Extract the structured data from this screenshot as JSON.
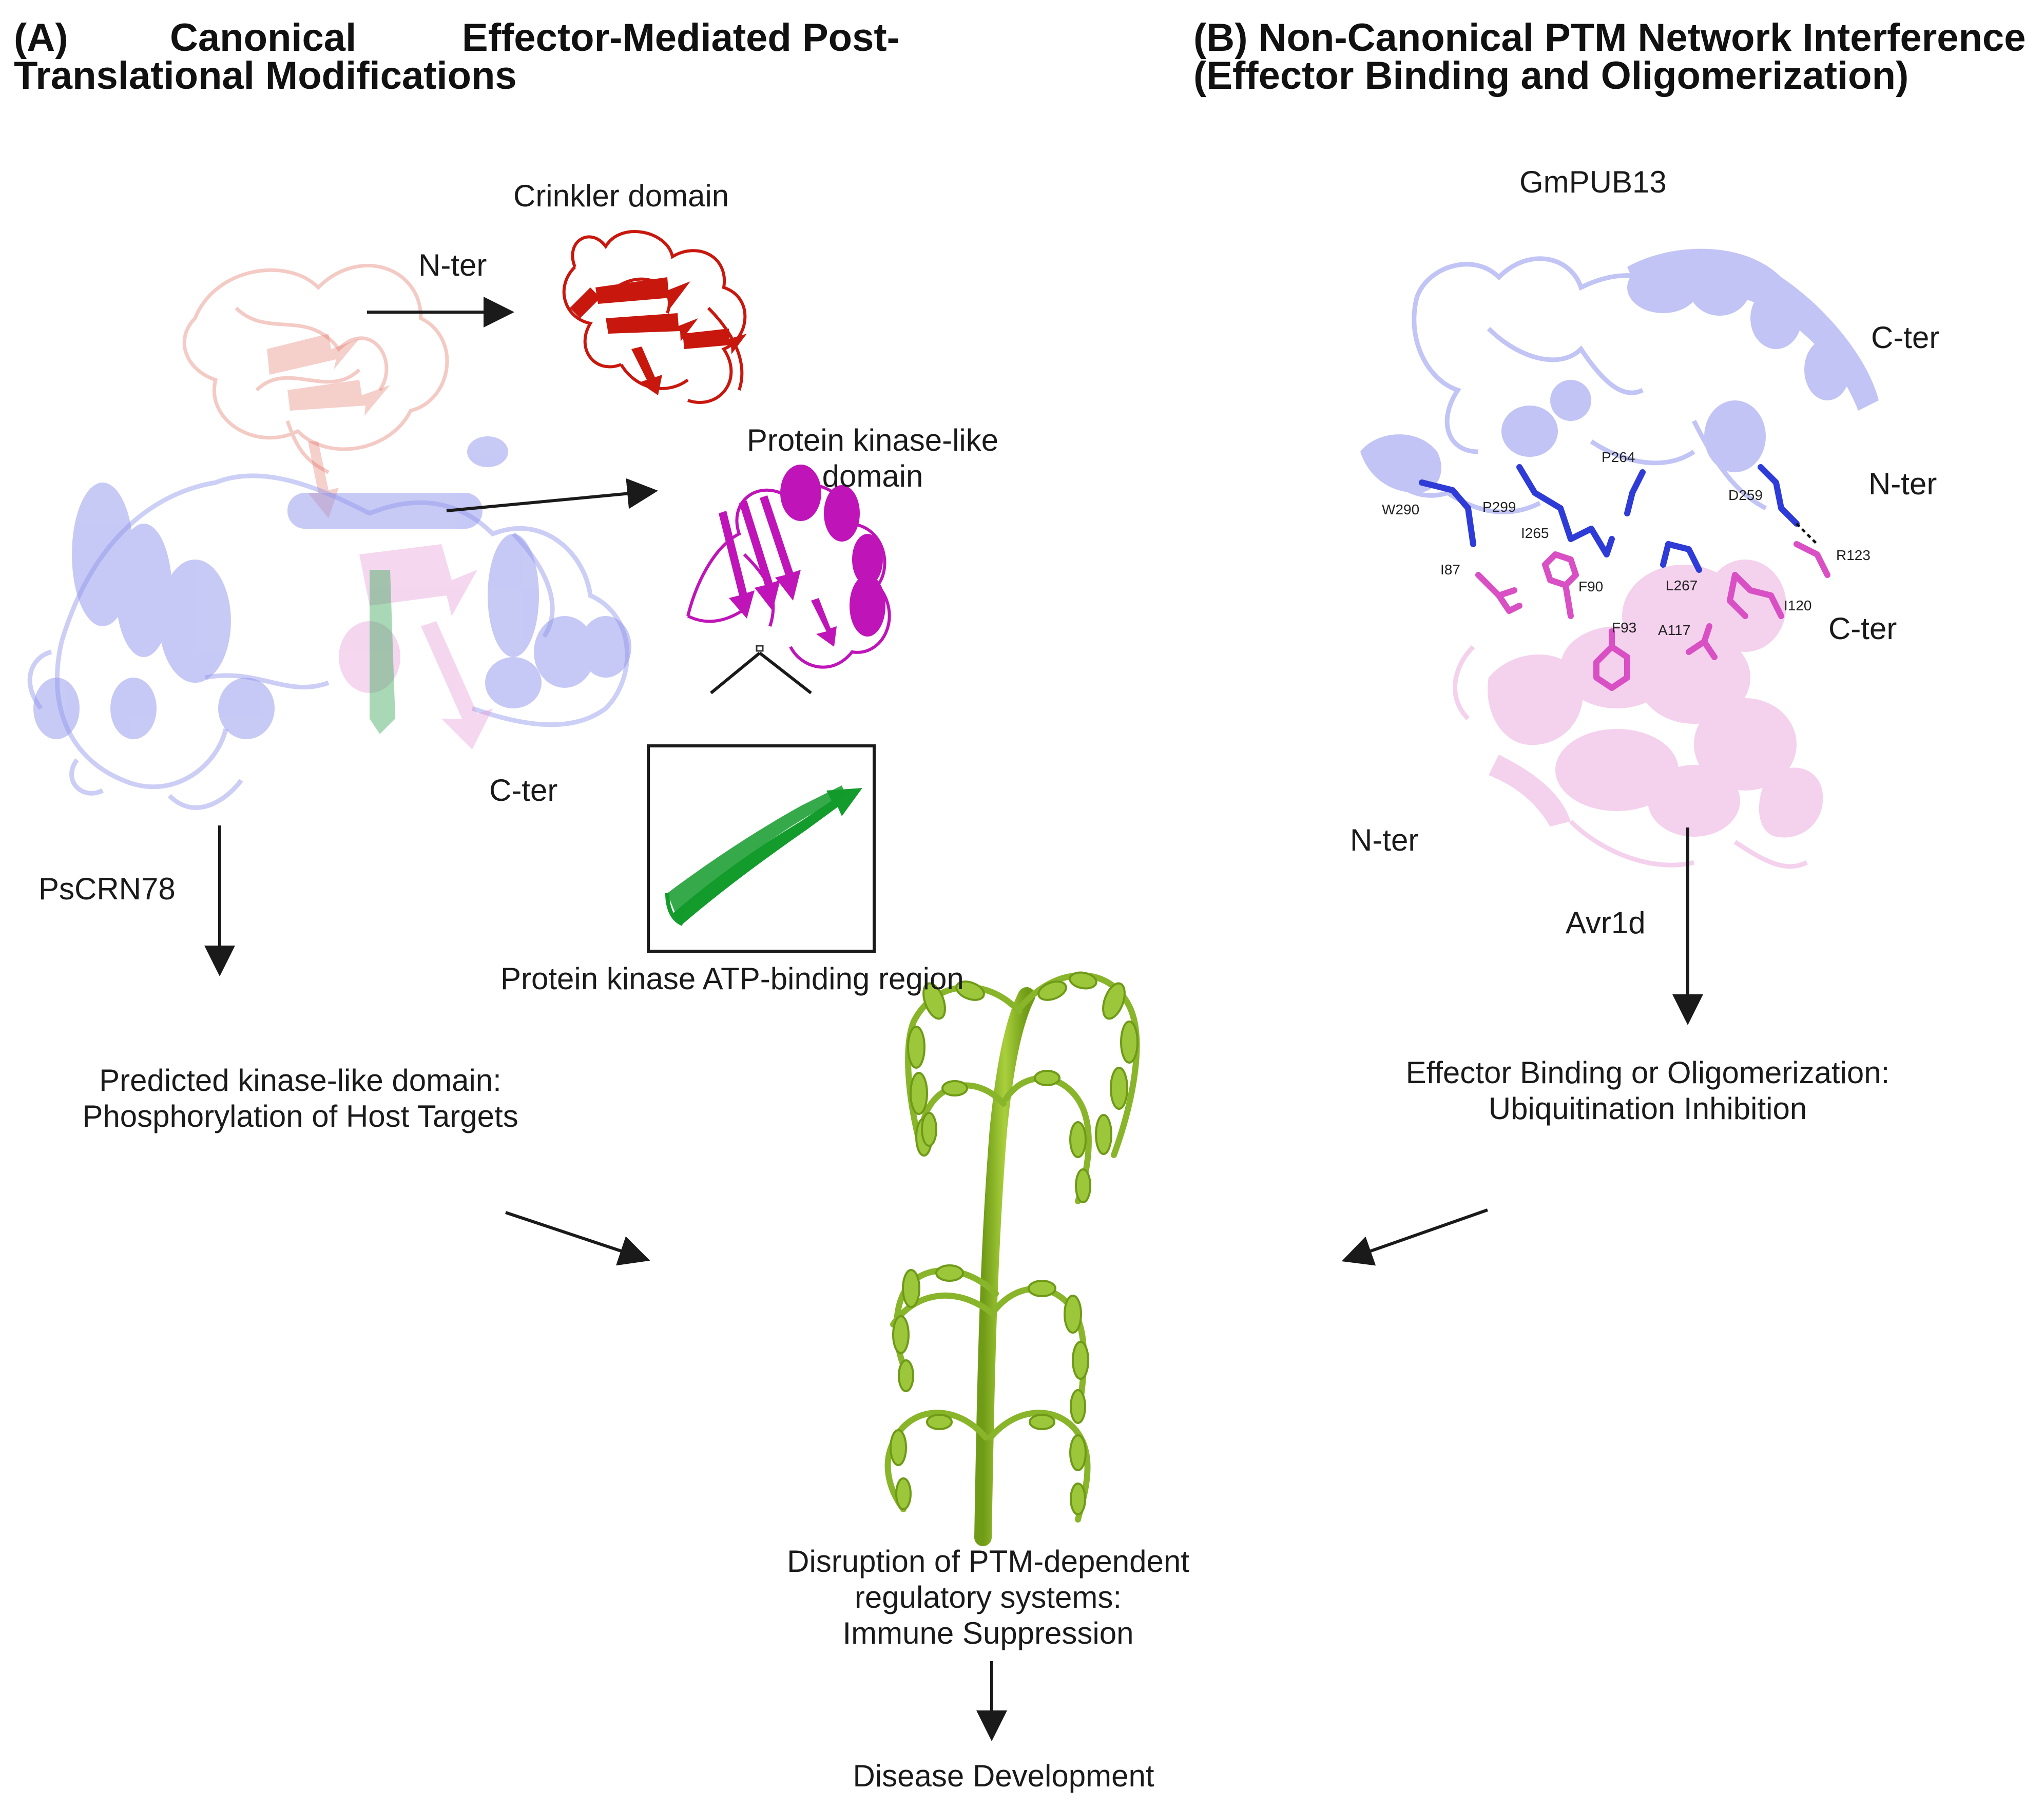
{
  "panel_a": {
    "heading_line1_w1": "(A)",
    "heading_line1_w2": "Canonical",
    "heading_line1_w3": "Effector-Mediated Post-",
    "heading_line2": "Translational Modifications",
    "nter_label": "N-ter",
    "cter_label": "C-ter",
    "crinkler_label": "Crinkler domain",
    "kinase_label_line1": "Protein kinase-like",
    "kinase_label_line2": "domain",
    "atp_label": "Protein kinase ATP-binding region",
    "protein_name": "PsCRN78",
    "outcome_line1": "Predicted kinase-like domain:",
    "outcome_line2": "Phosphorylation of Host Targets"
  },
  "panel_b": {
    "heading_line1": "(B) Non-Canonical PTM Network Interference",
    "heading_line2": "(Effector Binding and Oligomerization)",
    "host_protein": "GmPUB13",
    "host_cter": "C-ter",
    "host_nter": "N-ter",
    "effector_cter": "C-ter",
    "effector_nter": "N-ter",
    "effector_name": "Avr1d",
    "residues_blue": [
      "W290",
      "P299",
      "I265",
      "P264",
      "L267",
      "D259"
    ],
    "residues_pink": [
      "I87",
      "F90",
      "F93",
      "A117",
      "I120",
      "R123"
    ],
    "outcome_line1": "Effector Binding or Oligomerization:",
    "outcome_line2": "Ubiquitination Inhibition"
  },
  "center": {
    "disruption_line1": "Disruption of PTM-dependent",
    "disruption_line2": "regulatory systems:",
    "disruption_line3": "Immune Suppression",
    "final_outcome": "Disease Development"
  },
  "colors": {
    "host_blue": "#8f95ec",
    "residue_blue": "#2f3bd6",
    "effector_pink": "#e79ad8",
    "residue_pink": "#d94fc4",
    "crinkler_red": "#c8180e",
    "kinase_magenta": "#bf14b8",
    "atp_green": "#139b2c",
    "plant_green": "#8dbb2a"
  }
}
